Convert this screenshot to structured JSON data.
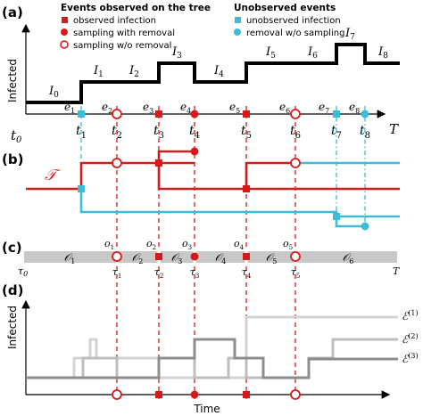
{
  "panels": {
    "a": "(a)",
    "b": "(b)",
    "c": "(c)",
    "d": "(d)"
  },
  "legend": {
    "observed_title": "Events observed on the tree",
    "observed_infection": "observed infection",
    "sampling_with_removal": "sampling with removal",
    "sampling_without_removal": "sampling w/o removal",
    "unobserved_title": "Unobserved events",
    "unobserved_infection": "unobserved infection",
    "removal_without_sampling": "removal w/o sampling"
  },
  "panel_a": {
    "ylabel": "Infected",
    "axis_T": "T",
    "t0": "t",
    "t0_sub": "0",
    "levels": [
      {
        "name": "I",
        "sub": "0"
      },
      {
        "name": "I",
        "sub": "1"
      },
      {
        "name": "I",
        "sub": "2"
      },
      {
        "name": "I",
        "sub": "3"
      },
      {
        "name": "I",
        "sub": "4"
      },
      {
        "name": "I",
        "sub": "5"
      },
      {
        "name": "I",
        "sub": "6"
      },
      {
        "name": "I",
        "sub": "7"
      },
      {
        "name": "I",
        "sub": "8"
      }
    ],
    "events": [
      {
        "name": "e",
        "sub": "1",
        "type": "unobserved_infection"
      },
      {
        "name": "e",
        "sub": "2",
        "type": "sampling_without_removal"
      },
      {
        "name": "e",
        "sub": "3",
        "type": "observed_infection"
      },
      {
        "name": "e",
        "sub": "4",
        "type": "sampling_with_removal"
      },
      {
        "name": "e",
        "sub": "5",
        "type": "observed_infection"
      },
      {
        "name": "e",
        "sub": "6",
        "type": "sampling_without_removal"
      },
      {
        "name": "e",
        "sub": "7",
        "type": "unobserved_infection"
      },
      {
        "name": "e",
        "sub": "8",
        "type": "removal_without_sampling"
      }
    ],
    "times": [
      {
        "name": "t",
        "sub": "1"
      },
      {
        "name": "t",
        "sub": "2"
      },
      {
        "name": "t",
        "sub": "3"
      },
      {
        "name": "t",
        "sub": "4"
      },
      {
        "name": "t",
        "sub": "5"
      },
      {
        "name": "t",
        "sub": "6"
      },
      {
        "name": "t",
        "sub": "7"
      },
      {
        "name": "t",
        "sub": "8"
      }
    ]
  },
  "panel_b": {
    "tree_label": "𝒯"
  },
  "panel_c": {
    "tau0": "τ",
    "tau0_sub": "0",
    "axis_T": "T",
    "observations": [
      {
        "name": "o",
        "sub": "1"
      },
      {
        "name": "o",
        "sub": "2"
      },
      {
        "name": "o",
        "sub": "3"
      },
      {
        "name": "o",
        "sub": "4"
      },
      {
        "name": "o",
        "sub": "5"
      }
    ],
    "taus": [
      {
        "name": "τ",
        "sub": "1"
      },
      {
        "name": "τ",
        "sub": "2"
      },
      {
        "name": "τ",
        "sub": "3"
      },
      {
        "name": "τ",
        "sub": "4"
      },
      {
        "name": "τ",
        "sub": "5"
      }
    ],
    "intervals": [
      {
        "name": "𝒪",
        "sub": "1"
      },
      {
        "name": "𝒪",
        "sub": "2"
      },
      {
        "name": "𝒪",
        "sub": "3"
      },
      {
        "name": "𝒪",
        "sub": "4"
      },
      {
        "name": "𝒪",
        "sub": "5"
      },
      {
        "name": "𝒪",
        "sub": "6"
      }
    ]
  },
  "panel_d": {
    "ylabel": "Infected",
    "xlabel": "Time",
    "trajectories": [
      {
        "name": "ℰ",
        "sup": "(1)"
      },
      {
        "name": "ℰ",
        "sup": "(2)"
      },
      {
        "name": "ℰ",
        "sup": "(3)"
      }
    ]
  },
  "colors": {
    "red": "#d7191c",
    "cyan": "#3cbcd7",
    "black": "#000000",
    "gray_band": "#c8c8c8"
  }
}
